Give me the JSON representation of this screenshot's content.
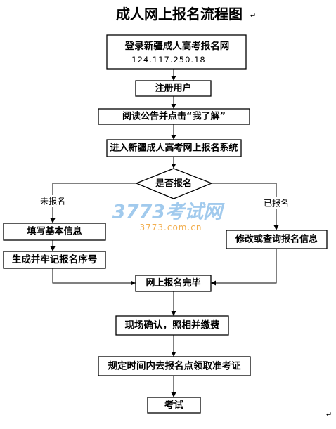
{
  "title": "成人网上报名流程图",
  "paragraph_mark": "↵",
  "nodes": {
    "login": {
      "line1": "登录新疆成人高考报名网",
      "line2": "124.117.250.18"
    },
    "register": "注册用户",
    "read_notice": "阅读公告并点击“我了解”",
    "enter_system": "进入新疆成人高考网上报名系统",
    "decision": "是否报名",
    "fill_info": "填写基本信息",
    "generate_number": "生成并牢记报名序号",
    "modify_query": "修改或查询报名信息",
    "online_done": "网上报名完毕",
    "onsite_confirm": "现场确认，照相并缴费",
    "get_ticket": "规定时间内去报名点领取准考证",
    "exam": "考试"
  },
  "branches": {
    "not_registered": "未报名",
    "registered": "已报名"
  },
  "watermark": {
    "name": "3773考试网",
    "url": "3773.com.cn",
    "name_color": "#7ab4e6",
    "url_color": "#f0a030"
  }
}
